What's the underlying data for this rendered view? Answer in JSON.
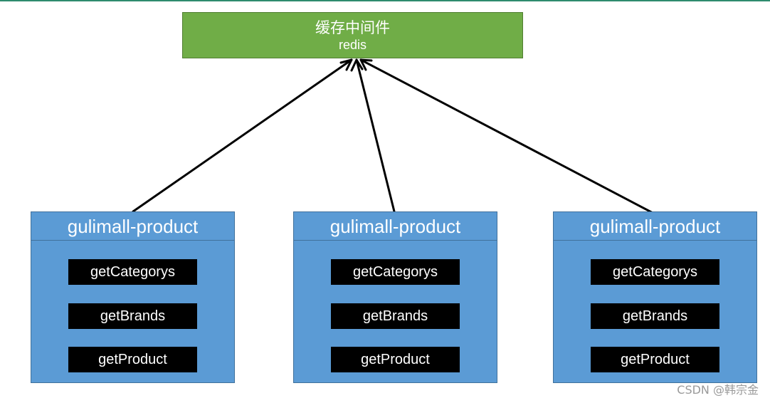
{
  "cache": {
    "title": "缓存中间件",
    "subtitle": "redis",
    "color": "#70ad47"
  },
  "services": [
    {
      "name": "gulimall-product",
      "methods": [
        "getCategorys",
        "getBrands",
        "getProduct"
      ]
    },
    {
      "name": "gulimall-product",
      "methods": [
        "getCategorys",
        "getBrands",
        "getProduct"
      ]
    },
    {
      "name": "gulimall-product",
      "methods": [
        "getCategorys",
        "getBrands",
        "getProduct"
      ]
    }
  ],
  "service_color": "#5b9bd5",
  "method_color": "#000000",
  "watermark": "CSDN @韩宗金"
}
